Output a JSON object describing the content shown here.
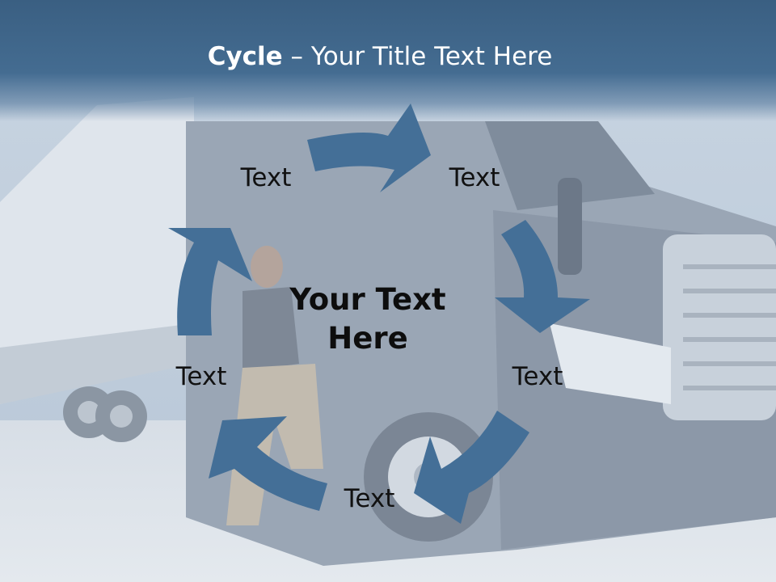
{
  "slide": {
    "title_bold": "Cycle",
    "title_rest": " – Your Title Text Here",
    "center_text_line1": "Your Text",
    "center_text_line2": "Here",
    "labels": [
      "Text",
      "Text",
      "Text",
      "Text",
      "Text"
    ]
  },
  "colors": {
    "title_band": "#456c91",
    "arrow": "#446f97",
    "background_overlay": "#c8d6e4"
  },
  "background_image": "semi-truck-with-woman-driver-photo"
}
